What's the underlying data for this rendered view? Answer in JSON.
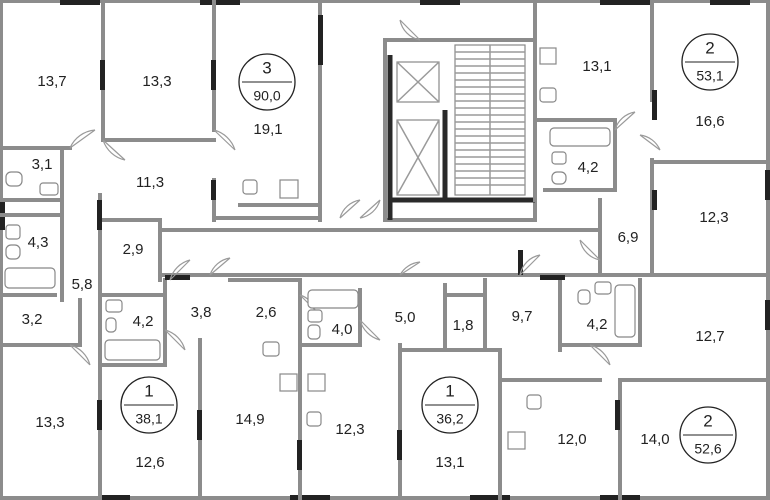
{
  "plan_title": "Floor plan",
  "rooms": [
    {
      "id": "r137",
      "label": "13,7"
    },
    {
      "id": "r133a",
      "label": "13,3"
    },
    {
      "id": "r191",
      "label": "19,1"
    },
    {
      "id": "r113",
      "label": "11,3"
    },
    {
      "id": "r31",
      "label": "3,1"
    },
    {
      "id": "r43",
      "label": "4,3"
    },
    {
      "id": "r29",
      "label": "2,9"
    },
    {
      "id": "r58",
      "label": "5,8"
    },
    {
      "id": "r32",
      "label": "3,2"
    },
    {
      "id": "r133b",
      "label": "13,3"
    },
    {
      "id": "r42a",
      "label": "4,2"
    },
    {
      "id": "r126",
      "label": "12,6"
    },
    {
      "id": "r38",
      "label": "3,8"
    },
    {
      "id": "r26",
      "label": "2,6"
    },
    {
      "id": "r149",
      "label": "14,9"
    },
    {
      "id": "r40",
      "label": "4,0"
    },
    {
      "id": "r50",
      "label": "5,0"
    },
    {
      "id": "r18",
      "label": "1,8"
    },
    {
      "id": "r123a",
      "label": "12,3"
    },
    {
      "id": "r131b",
      "label": "13,1"
    },
    {
      "id": "r97",
      "label": "9,7"
    },
    {
      "id": "r42c",
      "label": "4,2"
    },
    {
      "id": "r120",
      "label": "12,0"
    },
    {
      "id": "r127",
      "label": "12,7"
    },
    {
      "id": "r140",
      "label": "14,0"
    },
    {
      "id": "r131a",
      "label": "13,1"
    },
    {
      "id": "r42b",
      "label": "4,2"
    },
    {
      "id": "r69",
      "label": "6,9"
    },
    {
      "id": "r166",
      "label": "16,6"
    },
    {
      "id": "r123b",
      "label": "12,3"
    }
  ],
  "apartments": [
    {
      "id": "apt-a",
      "rooms": "3",
      "area": "90,0"
    },
    {
      "id": "apt-b",
      "rooms": "2",
      "area": "53,1"
    },
    {
      "id": "apt-c",
      "rooms": "1",
      "area": "38,1"
    },
    {
      "id": "apt-d",
      "rooms": "1",
      "area": "36,2"
    },
    {
      "id": "apt-e",
      "rooms": "2",
      "area": "52,6"
    }
  ]
}
